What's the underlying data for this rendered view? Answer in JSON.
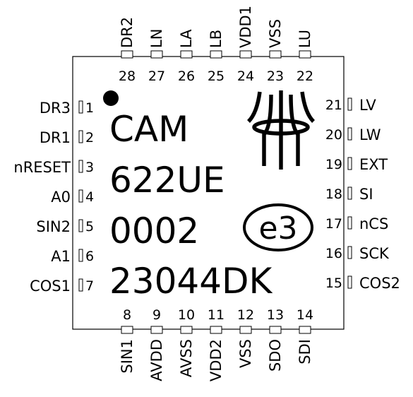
{
  "package": {
    "marking_lines": [
      "CAM",
      "622UE",
      "0002",
      "23044DK"
    ],
    "eco_mark": "e3",
    "logo": "manufacturer-logo",
    "pin1_indicator": "dot"
  },
  "pins": {
    "left": [
      {
        "num": "1",
        "name": "DR3"
      },
      {
        "num": "2",
        "name": "DR1"
      },
      {
        "num": "3",
        "name": "nRESET"
      },
      {
        "num": "4",
        "name": "A0"
      },
      {
        "num": "5",
        "name": "SIN2"
      },
      {
        "num": "6",
        "name": "A1"
      },
      {
        "num": "7",
        "name": "COS1"
      }
    ],
    "bottom": [
      {
        "num": "8",
        "name": "SIN1"
      },
      {
        "num": "9",
        "name": "AVDD"
      },
      {
        "num": "10",
        "name": "AVSS"
      },
      {
        "num": "11",
        "name": "VDD2"
      },
      {
        "num": "12",
        "name": "VSS"
      },
      {
        "num": "13",
        "name": "SDO"
      },
      {
        "num": "14",
        "name": "SDI"
      }
    ],
    "right": [
      {
        "num": "15",
        "name": "COS2"
      },
      {
        "num": "16",
        "name": "SCK"
      },
      {
        "num": "17",
        "name": "nCS"
      },
      {
        "num": "18",
        "name": "SI"
      },
      {
        "num": "19",
        "name": "EXT"
      },
      {
        "num": "20",
        "name": "LW"
      },
      {
        "num": "21",
        "name": "LV"
      }
    ],
    "top": [
      {
        "num": "22",
        "name": "LU"
      },
      {
        "num": "23",
        "name": "VSS"
      },
      {
        "num": "24",
        "name": "VDD1"
      },
      {
        "num": "25",
        "name": "LB"
      },
      {
        "num": "26",
        "name": "LA"
      },
      {
        "num": "27",
        "name": "LN"
      },
      {
        "num": "28",
        "name": "DR2"
      }
    ]
  }
}
